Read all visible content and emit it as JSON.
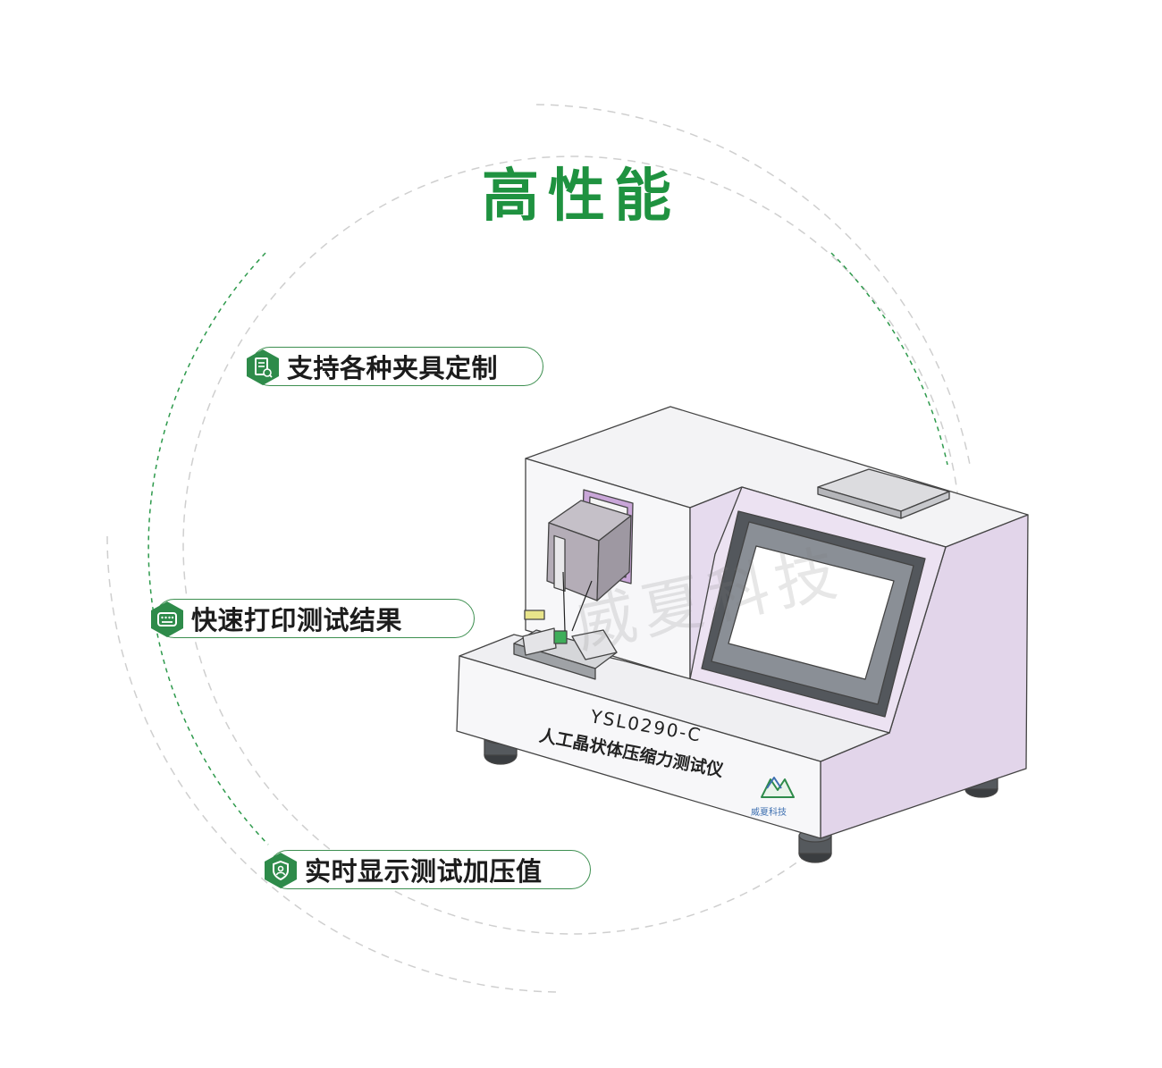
{
  "title": "高性能",
  "features": [
    {
      "label": "支持各种夹具定制",
      "icon": "document-icon"
    },
    {
      "label": "快速打印测试结果",
      "icon": "keyboard-icon"
    },
    {
      "label": "实时显示测试加压值",
      "icon": "shield-user-icon"
    }
  ],
  "device": {
    "model": "YSL0290-C",
    "name": "人工晶状体压缩力测试仪",
    "watermark": "威夏科技",
    "logo_text": "威夏科技"
  },
  "colors": {
    "accent": "#1f9240",
    "badge_green": "#2e8b4a",
    "machine_side": "#e2d5ea",
    "machine_front": "#f4f4f6"
  }
}
